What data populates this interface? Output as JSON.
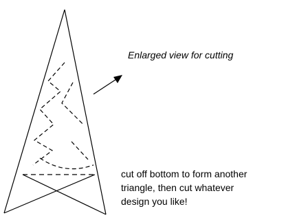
{
  "diagram": {
    "callout_italic": "Enlarged view for cutting",
    "instructions": [
      "cut off bottom to form another",
      "triangle, then cut whatever",
      "design you like!"
    ],
    "colors": {
      "line": "#000000",
      "background": "#ffffff"
    }
  }
}
